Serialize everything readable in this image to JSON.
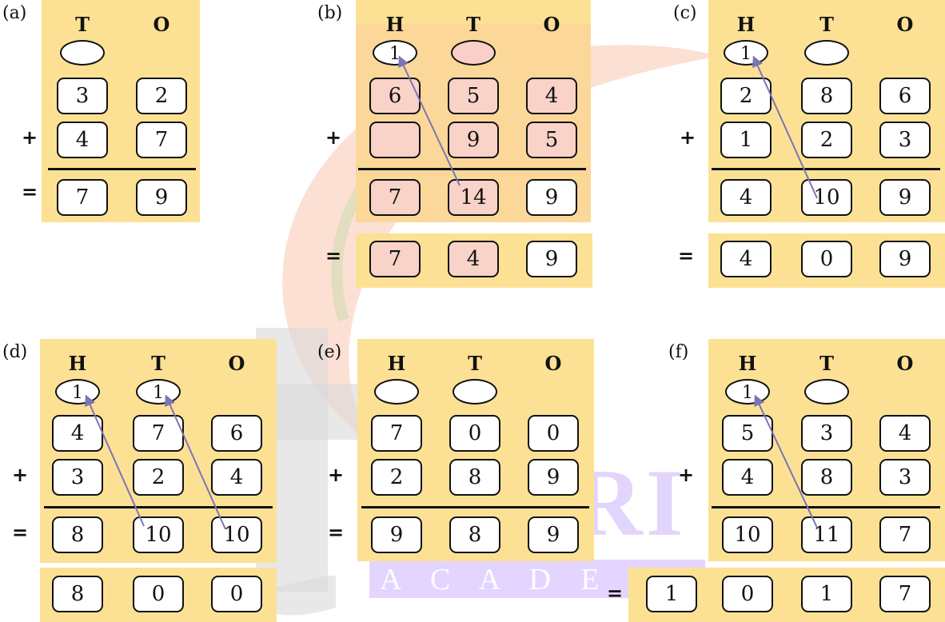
{
  "colors": {
    "panel": "#fce195",
    "pink": "#f9d2c8",
    "arrow": "#7a75b5",
    "watermark_purple": "#dccbff"
  },
  "watermark": {
    "word": "IWARI",
    "sub": "A C A D E M Y"
  },
  "panels": [
    {
      "id": "a",
      "label": "(a)",
      "headers": [
        "T",
        "O"
      ],
      "carry": [
        ""
      ],
      "row1": [
        "3",
        "2"
      ],
      "op": "+",
      "row2": [
        "4",
        "7"
      ],
      "eq": "=",
      "result": [
        "7",
        "9"
      ]
    },
    {
      "id": "b",
      "label": "(b)",
      "headers": [
        "H",
        "T",
        "O"
      ],
      "carry": [
        "1",
        ""
      ],
      "row1": [
        "6",
        "5",
        "4"
      ],
      "op": "+",
      "row2": [
        "",
        "9",
        "5"
      ],
      "result": [
        "7",
        "14",
        "9"
      ],
      "eq": "=",
      "final": [
        "7",
        "4",
        "9"
      ]
    },
    {
      "id": "c",
      "label": "(c)",
      "headers": [
        "H",
        "T",
        "O"
      ],
      "carry": [
        "1",
        ""
      ],
      "row1": [
        "2",
        "8",
        "6"
      ],
      "op": "+",
      "row2": [
        "1",
        "2",
        "3"
      ],
      "result": [
        "4",
        "10",
        "9"
      ],
      "eq": "=",
      "final": [
        "4",
        "0",
        "9"
      ]
    },
    {
      "id": "d",
      "label": "(d)",
      "headers": [
        "H",
        "T",
        "O"
      ],
      "carry": [
        "1",
        "1"
      ],
      "row1": [
        "4",
        "7",
        "6"
      ],
      "op": "+",
      "row2": [
        "3",
        "2",
        "4"
      ],
      "eq": "=",
      "result": [
        "8",
        "10",
        "10"
      ],
      "final": [
        "8",
        "0",
        "0"
      ]
    },
    {
      "id": "e",
      "label": "(e)",
      "headers": [
        "H",
        "T",
        "O"
      ],
      "carry": [
        "",
        ""
      ],
      "row1": [
        "7",
        "0",
        "0"
      ],
      "op": "+",
      "row2": [
        "2",
        "8",
        "9"
      ],
      "eq": "=",
      "result": [
        "9",
        "8",
        "9"
      ]
    },
    {
      "id": "f",
      "label": "(f)",
      "headers": [
        "H",
        "T",
        "O"
      ],
      "carry": [
        "1",
        ""
      ],
      "row1": [
        "5",
        "3",
        "4"
      ],
      "op": "+",
      "row2": [
        "4",
        "8",
        "3"
      ],
      "result": [
        "10",
        "11",
        "7"
      ],
      "eq": "=",
      "final": [
        "1",
        "0",
        "1",
        "7"
      ]
    }
  ]
}
